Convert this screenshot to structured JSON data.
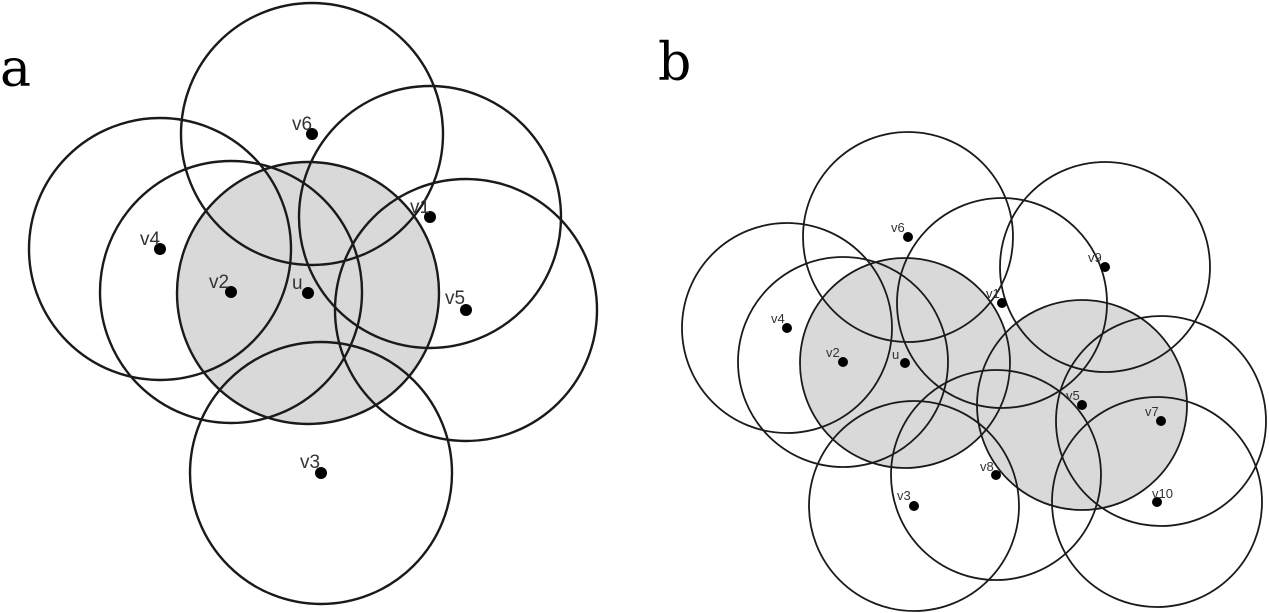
{
  "panels": [
    {
      "letter": "a",
      "nodes": [
        {
          "id": "v6",
          "label": "v6",
          "shaded": false
        },
        {
          "id": "v4",
          "label": "v4",
          "shaded": false
        },
        {
          "id": "v2",
          "label": "v2",
          "shaded": false
        },
        {
          "id": "u",
          "label": "u",
          "shaded": true
        },
        {
          "id": "v1",
          "label": "v1",
          "shaded": false
        },
        {
          "id": "v5",
          "label": "v5",
          "shaded": false
        },
        {
          "id": "v3",
          "label": "v3",
          "shaded": false
        }
      ]
    },
    {
      "letter": "b",
      "nodes": [
        {
          "id": "v6",
          "label": "v6",
          "shaded": false
        },
        {
          "id": "v9",
          "label": "v9",
          "shaded": false
        },
        {
          "id": "v4",
          "label": "v4",
          "shaded": false
        },
        {
          "id": "v1",
          "label": "v1",
          "shaded": false
        },
        {
          "id": "v2",
          "label": "v2",
          "shaded": false
        },
        {
          "id": "u",
          "label": "u",
          "shaded": true
        },
        {
          "id": "v5",
          "label": "v5",
          "shaded": true
        },
        {
          "id": "v7",
          "label": "v7",
          "shaded": false
        },
        {
          "id": "v8",
          "label": "v8",
          "shaded": false
        },
        {
          "id": "v3",
          "label": "v3",
          "shaded": false
        },
        {
          "id": "v10",
          "label": "v10",
          "shaded": false
        }
      ]
    }
  ]
}
